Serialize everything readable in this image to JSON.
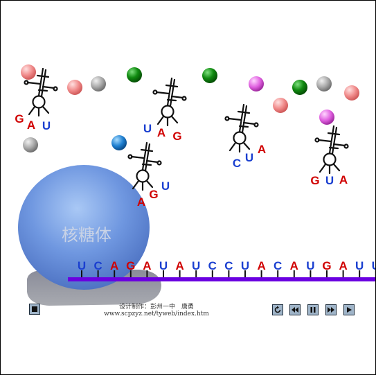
{
  "ribosome": {
    "label": "核糖体"
  },
  "mrna": {
    "bases": [
      "U",
      "C",
      "A",
      "G",
      "A",
      "U",
      "A",
      "U",
      "C",
      "C",
      "U",
      "A",
      "C",
      "A",
      "U",
      "G",
      "A",
      "U",
      "U"
    ],
    "purine_color": "#d00000",
    "pyrimidine_color": "#1a3fd0",
    "strand_color": "#6a00e0"
  },
  "trnas": [
    {
      "anticodon": [
        "G",
        "A",
        "U"
      ]
    },
    {
      "anticodon": [
        "U",
        "A",
        "G"
      ]
    },
    {
      "anticodon": [
        "C",
        "U",
        "A"
      ]
    },
    {
      "anticodon": [
        "A",
        "G",
        "U"
      ]
    },
    {
      "anticodon": [
        "G",
        "U",
        "A"
      ]
    }
  ],
  "amino_acid_colors": {
    "pink": "#f08a8a",
    "gray": "#a8a8a8",
    "green": "#108a10",
    "magenta": "#e060e0",
    "blue": "#1e7fd0"
  },
  "credits": {
    "line1": "设计制作：彭州一中　唐勇",
    "line2": "www.scpzyz.net/tyweb/index.htm"
  },
  "controls": {
    "stop": "stop-icon",
    "replay": "replay-icon",
    "rewind": "rewind-icon",
    "pause": "pause-icon",
    "fast_forward": "fast-forward-icon",
    "play": "play-icon"
  }
}
